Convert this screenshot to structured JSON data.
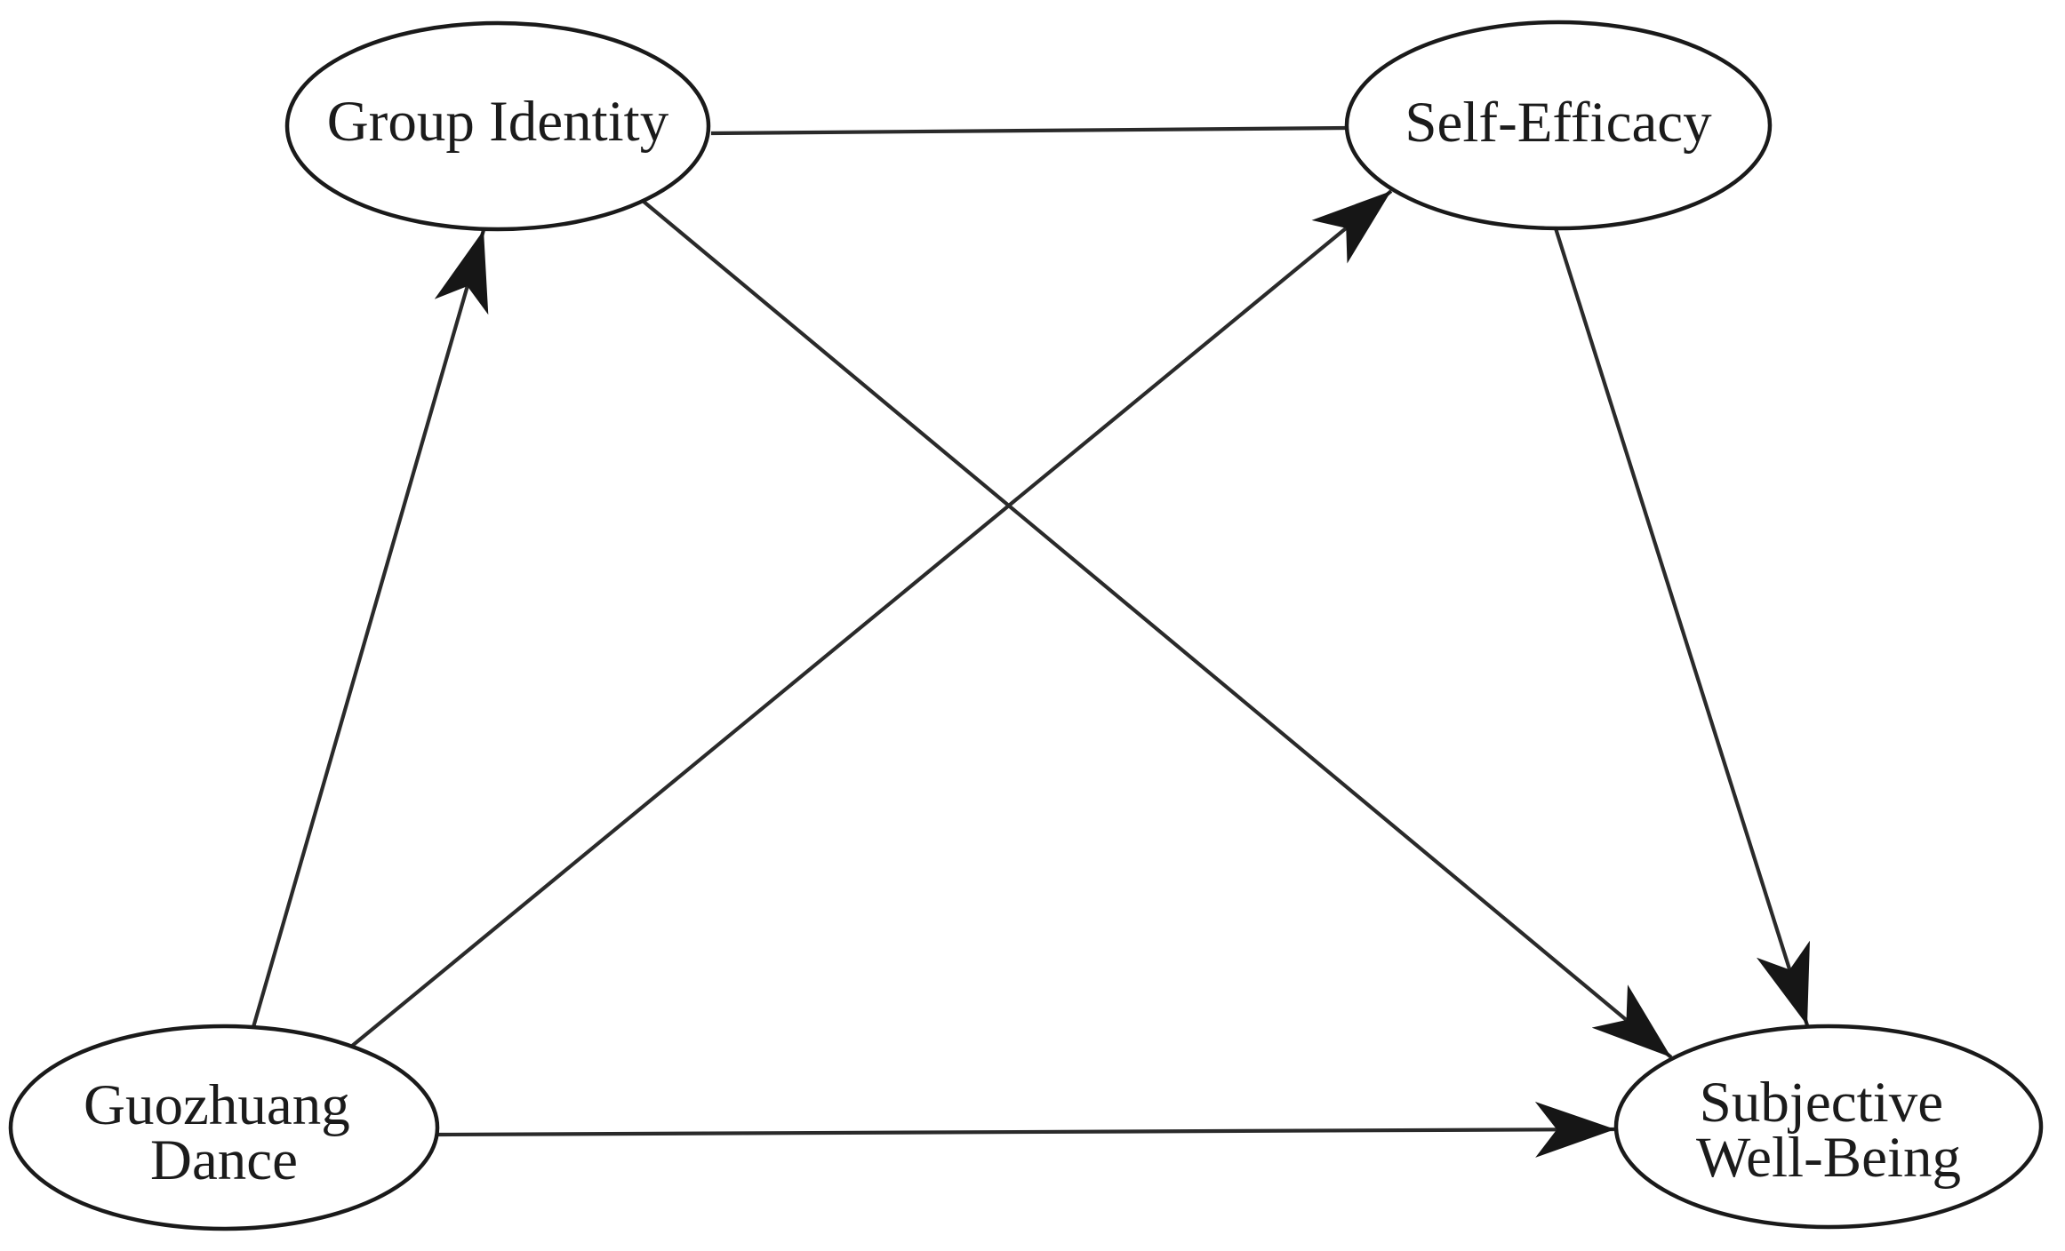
{
  "figure": {
    "type": "path-model-diagram",
    "background_color": "#ffffff",
    "node_fill_color": "#ffffff",
    "node_stroke_color": "#1a1a1a",
    "edge_color": "#2a2a2a",
    "text_color": "#1b1b1b",
    "nodes": {
      "group_identity": {
        "label": "Group Identity"
      },
      "self_efficacy": {
        "label": "Self-Efficacy"
      },
      "guozhuang_dance": {
        "label_line1": "Guozhuang",
        "label_line2": "Dance"
      },
      "subjective_well_being": {
        "label_line1": "Subjective",
        "label_line2": "Well-Being"
      }
    },
    "edges": [
      {
        "from": "Guozhuang Dance",
        "to": "Group Identity",
        "directed": true
      },
      {
        "from": "Group Identity",
        "to": "Self-Efficacy",
        "directed": false
      },
      {
        "from": "Guozhuang Dance",
        "to": "Self-Efficacy",
        "directed": true
      },
      {
        "from": "Group Identity",
        "to": "Subjective Well-Being",
        "directed": true
      },
      {
        "from": "Self-Efficacy",
        "to": "Subjective Well-Being",
        "directed": true
      },
      {
        "from": "Guozhuang Dance",
        "to": "Subjective Well-Being",
        "directed": true
      }
    ]
  }
}
